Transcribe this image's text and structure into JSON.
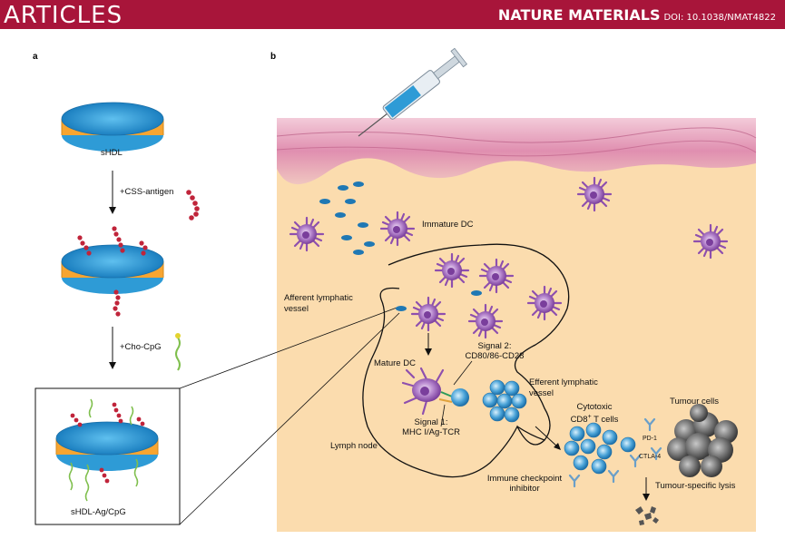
{
  "header": {
    "section": "ARTICLES",
    "journal": "NATURE MATERIALS",
    "doi": "DOI: 10.1038/NMAT4822"
  },
  "panel_a": {
    "label": "a",
    "step1": "sHDL",
    "arrow1": "+CSS-antigen",
    "arrow2": "+Cho-CpG",
    "final": "sHDL-Ag/CpG"
  },
  "panel_b": {
    "label": "b",
    "immature_dc": "Immature DC",
    "afferent": "Afferent lymphatic",
    "afferent2": "vessel",
    "mature_dc": "Mature DC",
    "signal2_a": "Signal 2:",
    "signal2_b": "CD80/86-CD28",
    "signal1_a": "Signal 1:",
    "signal1_b": "MHC I/Ag-TCR",
    "efferent": "Efferent lymphatic",
    "efferent2": "vessel",
    "cytotoxic": "Cytotoxic",
    "cd8": "CD8",
    "cd8_sup": "+",
    "tcells": " T cells",
    "tumour_cells": "Tumour cells",
    "pd1": "PD-1",
    "ctla4": "CTLA-4",
    "lymph_node": "Lymph node",
    "checkpoint_a": "Immune checkpoint",
    "checkpoint_b": "inhibitor",
    "lysis": "Tumour-specific lysis"
  },
  "colors": {
    "header_bar": "#a8153a",
    "skin": "#e6a0bd",
    "tissue": "#fbdcae",
    "dc": "#9b5bb8",
    "tcell": "#4aa3d8",
    "nanodisc": "#2e9bd6"
  }
}
